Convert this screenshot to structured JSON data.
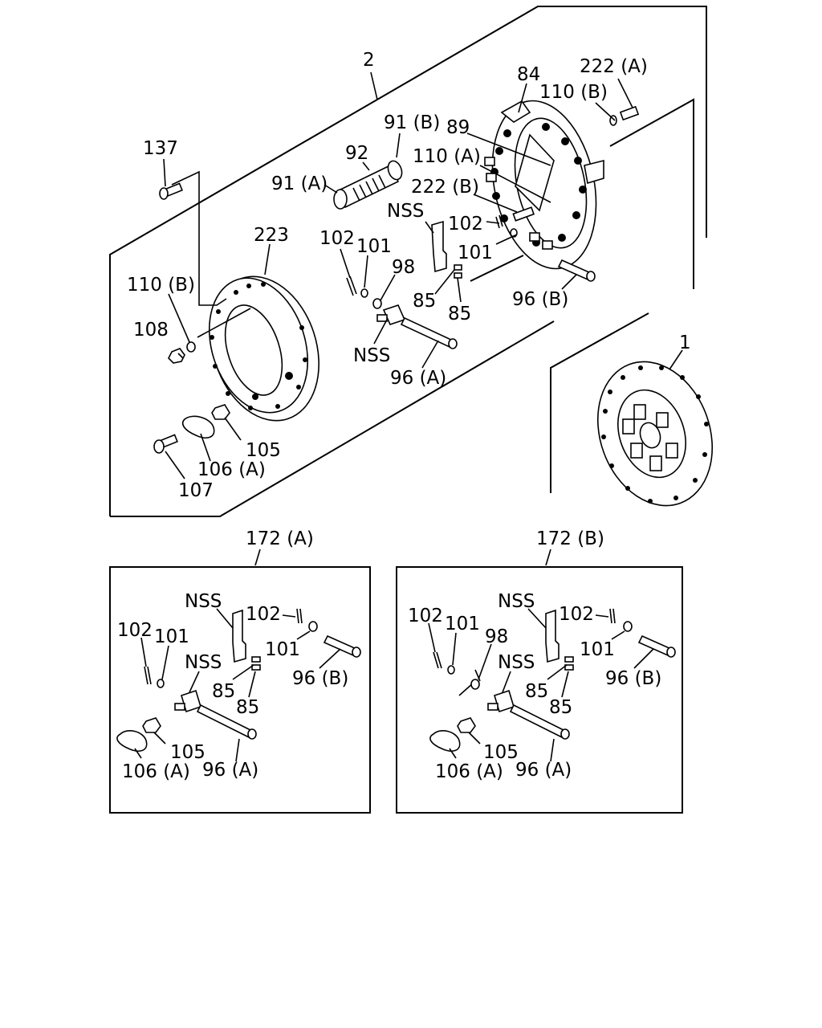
{
  "main_labels": {
    "l2": "2",
    "l84": "84",
    "l222A": "222 (A)",
    "l110B_top": "110 (B)",
    "l91B": "91 (B)",
    "l89": "89",
    "l92": "92",
    "l110A": "110 (A)",
    "l137": "137",
    "l91A": "91 (A)",
    "l222B": "222 (B)",
    "lNSS_top": "NSS",
    "l102_right": "102",
    "l223": "223",
    "l102_mid": "102",
    "l101_mid": "101",
    "l101_right": "101",
    "l98": "98",
    "l110B_left": "110 (B)",
    "l85a": "85",
    "l85b": "85",
    "l96B": "96 (B)",
    "l108": "108",
    "lNSS_mid": "NSS",
    "l96A": "96 (A)",
    "l1": "1",
    "l105": "105",
    "l106A": "106 (A)",
    "l107": "107"
  },
  "panel_a": {
    "title": "172 (A)",
    "nss1": "NSS",
    "l102a": "102",
    "l102b": "102",
    "l101a": "101",
    "l101b": "101",
    "nss2": "NSS",
    "l85a": "85",
    "l85b": "85",
    "l96B": "96 (B)",
    "l105": "105",
    "l106A": "106 (A)",
    "l96A": "96 (A)"
  },
  "panel_b": {
    "title": "172 (B)",
    "nss1": "NSS",
    "l102a": "102",
    "l102b": "102",
    "l101a": "101",
    "l101b": "101",
    "l98": "98",
    "nss2": "NSS",
    "l85a": "85",
    "l85b": "85",
    "l96B": "96 (B)",
    "l105": "105",
    "l106A": "106 (A)",
    "l96A": "96 (A)"
  }
}
